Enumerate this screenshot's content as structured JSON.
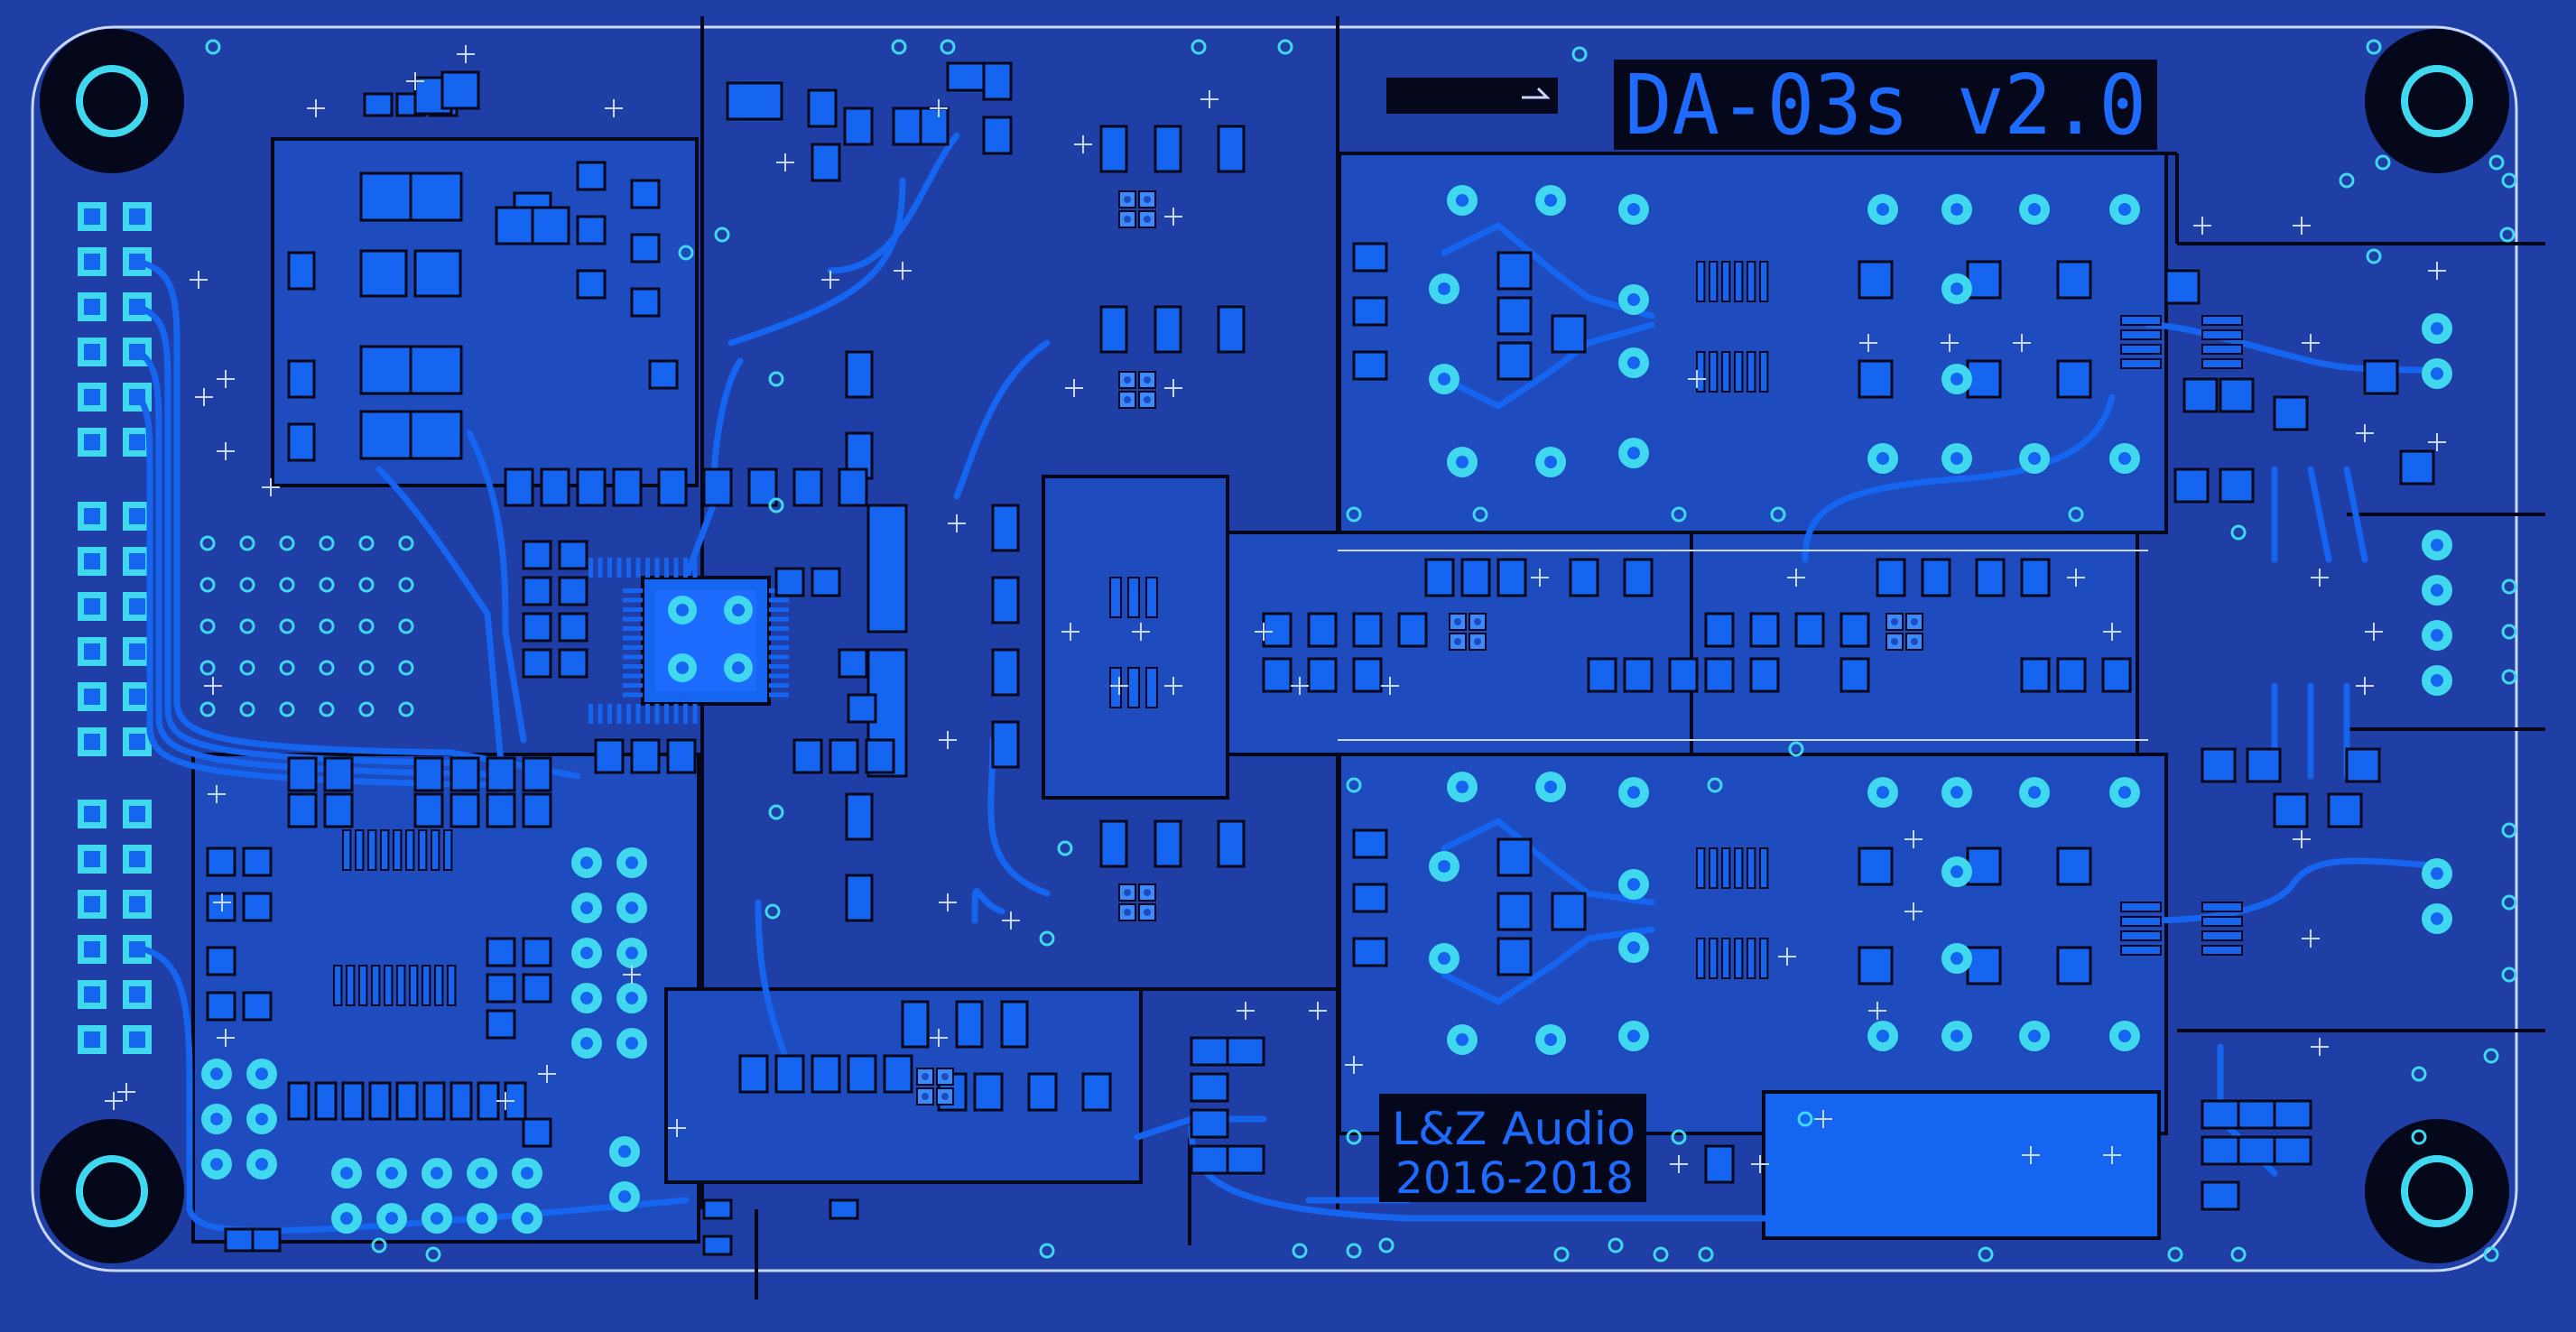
{
  "board": {
    "title": "DA-03s v2.0",
    "maker": "L&Z Audio",
    "years": "2016-2018",
    "bg_color": "#1f3fa6",
    "copper_color": "#1565f0",
    "ring_color": "#3fd8ee",
    "outline_color": "#c8d8ff",
    "label_bg": "#05081a"
  }
}
